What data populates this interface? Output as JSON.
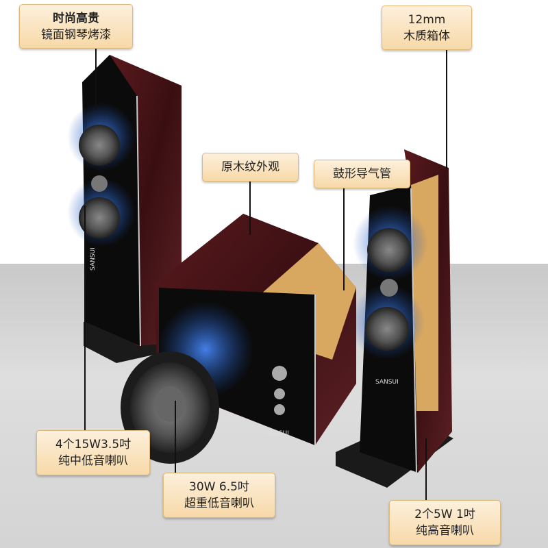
{
  "brand": "SANSUI",
  "callouts": [
    {
      "line1": "时尚高贵",
      "line2": "镜面钢琴烤漆"
    },
    {
      "line1": "12mm",
      "line2": "木质箱体"
    },
    {
      "line1": "原木纹外观"
    },
    {
      "line1": "鼓形导气管"
    },
    {
      "line1": "4个15W3.5吋",
      "line2": "纯中低音喇叭"
    },
    {
      "line1": "30W 6.5吋",
      "line2": "超重低音喇叭"
    },
    {
      "line1": "2个5W 1吋",
      "line2": "纯高音喇叭"
    }
  ],
  "colors": {
    "wood": "#4a1518",
    "piano_black": "#0a0a0a",
    "callout_bg": "#f7d9a8",
    "driver_glow": "#2a6ad8"
  }
}
